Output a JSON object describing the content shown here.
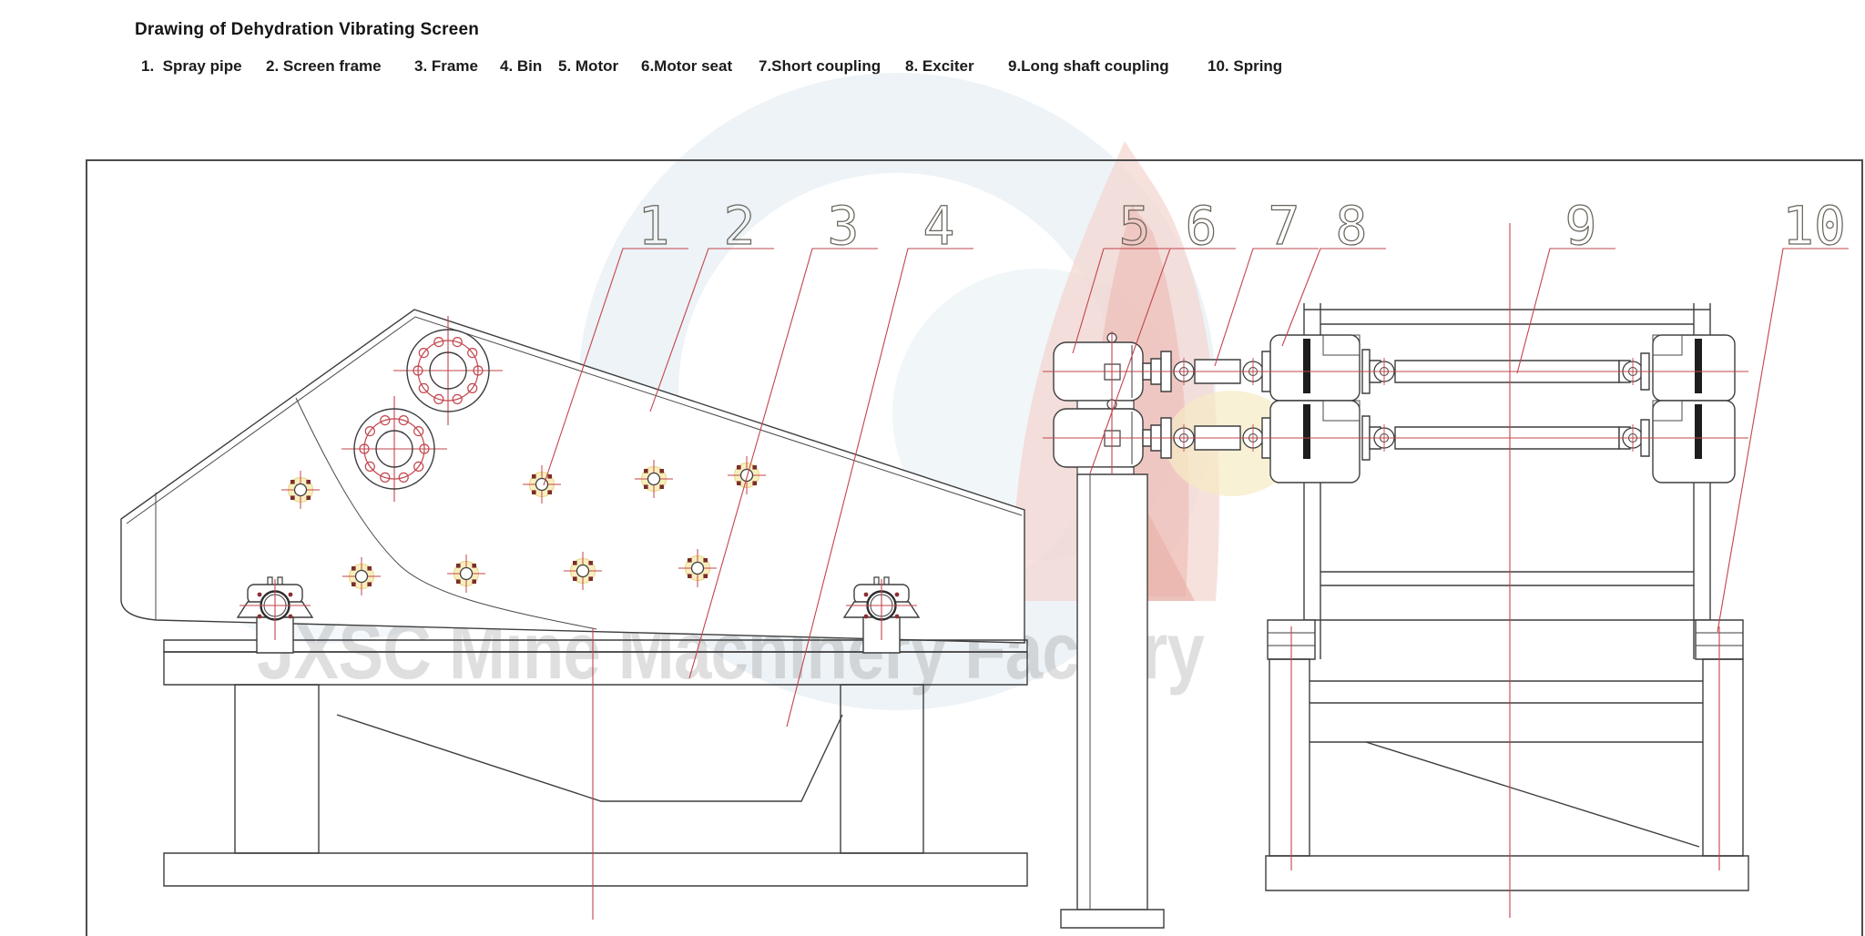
{
  "header": {
    "title": "Drawing of Dehydration Vibrating Screen"
  },
  "parts_list": {
    "items": [
      "1.  Spray pipe",
      "2. Screen frame",
      "3. Frame",
      "4. Bin",
      "5. Motor",
      "6.Motor seat",
      "7.Short coupling",
      "8. Exciter",
      "9.Long shaft coupling",
      "10. Spring"
    ]
  },
  "callouts": [
    {
      "num": "1",
      "part": "Spray pipe"
    },
    {
      "num": "2",
      "part": "Screen frame"
    },
    {
      "num": "3",
      "part": "Frame"
    },
    {
      "num": "4",
      "part": "Bin"
    },
    {
      "num": "5",
      "part": "Motor"
    },
    {
      "num": "6",
      "part": "Motor seat"
    },
    {
      "num": "7",
      "part": "Short coupling"
    },
    {
      "num": "8",
      "part": "Exciter"
    },
    {
      "num": "9",
      "part": "Long shaft coupling"
    },
    {
      "num": "10",
      "part": "Spring"
    }
  ],
  "watermark": {
    "text": "JXSC Mine Machinery Factory"
  },
  "colors": {
    "line": "#3e3e3e",
    "centerline_red": "#c2444b",
    "bolt_halo_yellow": "#f9efbe",
    "watermark_blue": "#dfeaf2",
    "watermark_red": "#f3d4cf",
    "frame_border": "#4d4d4d"
  }
}
